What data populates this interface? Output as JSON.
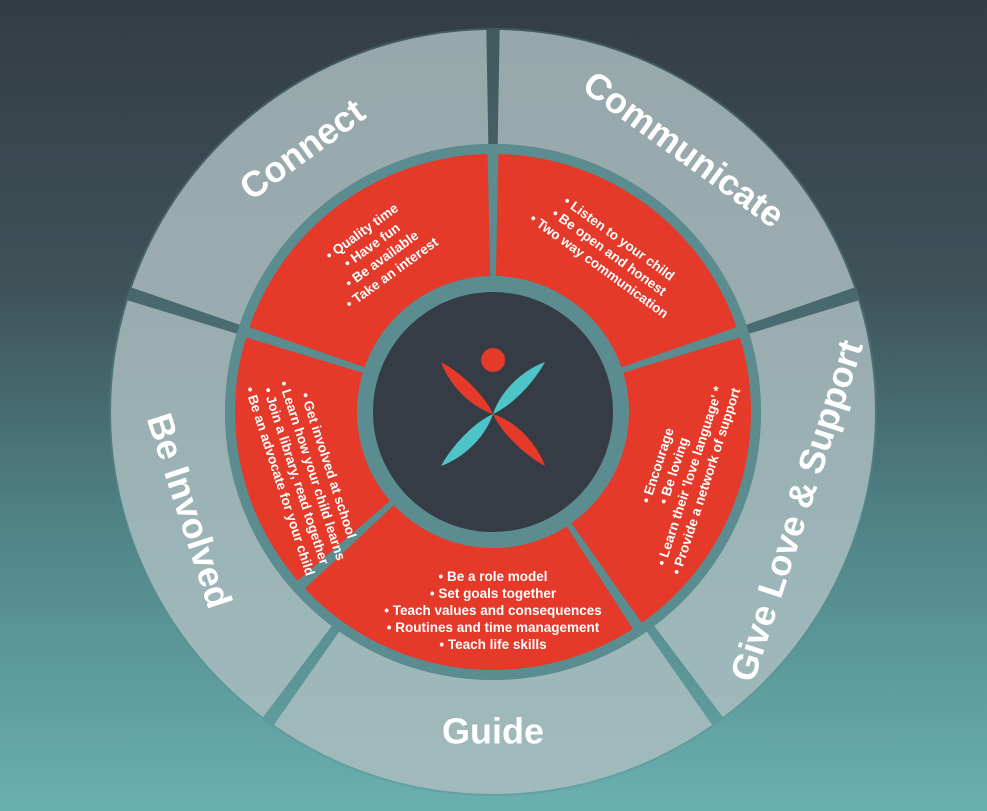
{
  "colors": {
    "outer_segment": "#b4c3c6",
    "inner_segment": "#e5392a",
    "center": "#363c46",
    "ring": "#5b8c8f",
    "logo_red": "#e5392a",
    "logo_teal": "#4cc4c8"
  },
  "logo": {
    "icon": "person-leaves-logo"
  },
  "segments": [
    {
      "title": "Connect",
      "bullets": [
        "• Quality time",
        "• Have fun",
        "• Be available",
        "• Take an interest"
      ]
    },
    {
      "title": "Communicate",
      "bullets": [
        "• Listen to your child",
        "• Be open and honest",
        "• Two way communication"
      ]
    },
    {
      "title": "Give Love & Support",
      "bullets": [
        "• Encourage",
        "• Be loving",
        "• Learn their 'love language' *",
        "• Provide a network of support"
      ]
    },
    {
      "title": "Guide",
      "bullets": [
        "• Be a role model",
        "• Set goals together",
        "• Teach values and consequences",
        "• Routines and time management",
        "• Teach life skills"
      ]
    },
    {
      "title": "Be Involved",
      "bullets": [
        "• Get involved at school",
        "• Learn how your child learns",
        "• Join a library, read together",
        "• Be an advocate for your child"
      ]
    }
  ]
}
